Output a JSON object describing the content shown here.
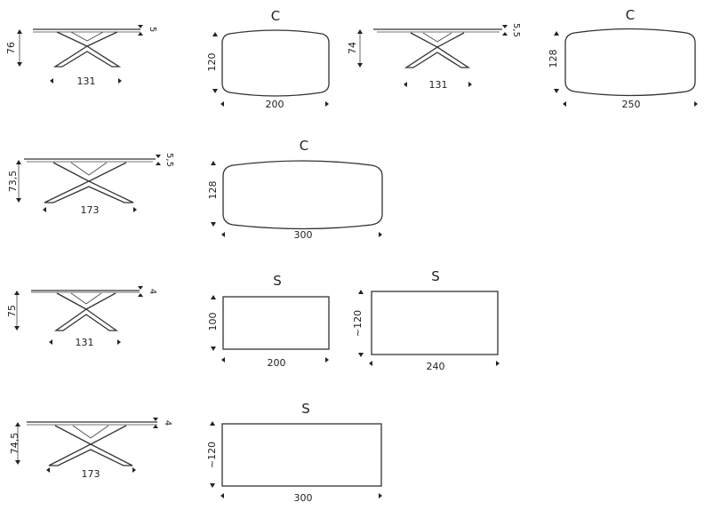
{
  "rows": [
    {
      "id": "row1",
      "side": {
        "height": "76",
        "length": "131",
        "thickness": "5"
      },
      "tops": [
        {
          "shape_code": "C",
          "depth": "120",
          "length": "200"
        }
      ],
      "side2": {
        "height": "74",
        "length": "131",
        "thickness": "5,5"
      },
      "tops2": [
        {
          "shape_code": "C",
          "depth": "128",
          "length": "250"
        }
      ]
    },
    {
      "id": "row2",
      "side": {
        "height": "73,5",
        "length": "173",
        "thickness": "5,5"
      },
      "tops": [
        {
          "shape_code": "C",
          "depth": "128",
          "length": "300"
        }
      ]
    },
    {
      "id": "row3",
      "side": {
        "height": "75",
        "length": "131",
        "thickness": "4"
      },
      "tops": [
        {
          "shape_code": "S",
          "depth": "100",
          "length": "200"
        },
        {
          "shape_code": "S",
          "depth": "~120",
          "length": "240"
        }
      ]
    },
    {
      "id": "row4",
      "side": {
        "height": "74,5",
        "length": "173",
        "thickness": "4"
      },
      "tops": [
        {
          "shape_code": "S",
          "depth": "~120",
          "length": "300"
        }
      ]
    }
  ]
}
